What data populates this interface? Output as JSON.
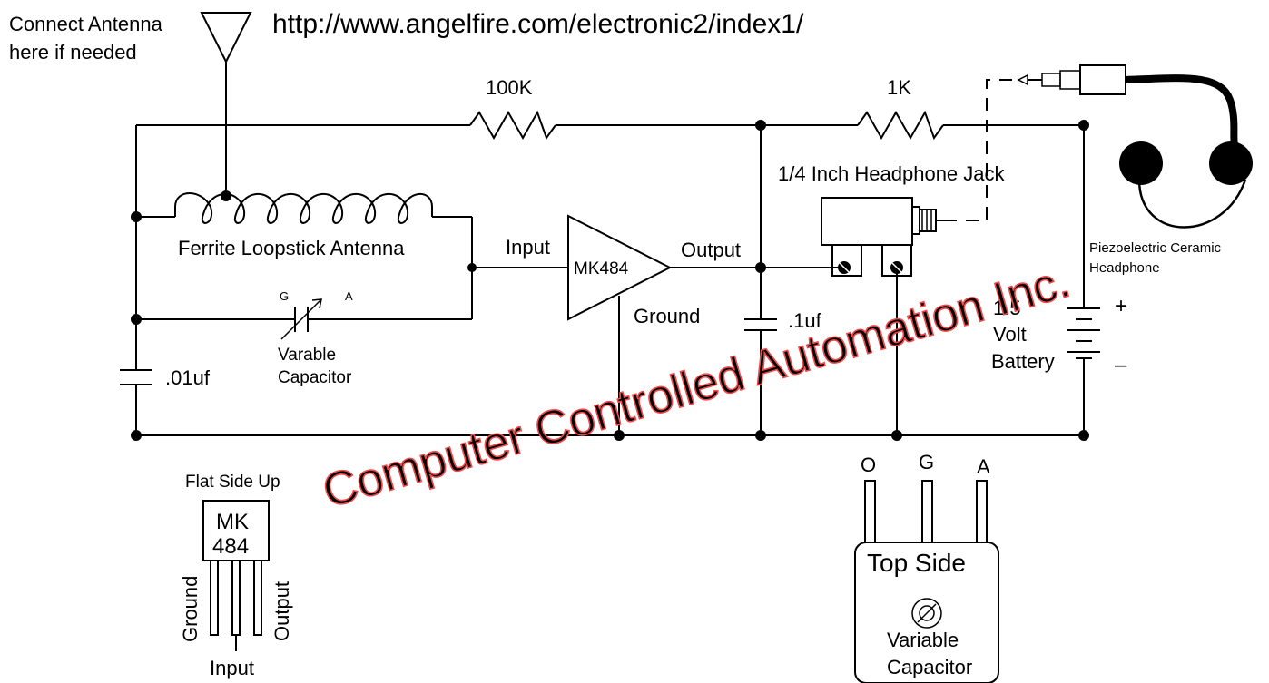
{
  "url": "http://www.angelfire.com/electronic2/index1/",
  "watermark": "Computer Controlled Automation Inc.",
  "antenna_note": [
    "Connect Antenna",
    "here if needed"
  ],
  "components": {
    "r1": "100K",
    "r2": "1K",
    "coil": "Ferrite Loopstick Antenna",
    "varcap_pin_g": "G",
    "varcap_pin_a": "A",
    "varcap_label": [
      "Varable",
      "Capacitor"
    ],
    "cap_01": ".01uf",
    "cap_1": ".1uf",
    "ic": "MK484",
    "ic_input": "Input",
    "ic_output": "Output",
    "ic_ground": "Ground",
    "jack": "1/4 Inch Headphone Jack",
    "headphone": [
      "Piezoelectric Ceramic",
      "Headphone"
    ],
    "battery": [
      "1.5",
      "Volt",
      "Battery"
    ],
    "plus": "+",
    "minus": "–"
  },
  "pinout": {
    "title": "Flat Side Up",
    "body": [
      "MK",
      "484"
    ],
    "ground": "Ground",
    "input": "Input",
    "output": "Output"
  },
  "varcap_detail": {
    "pins": [
      "O",
      "G",
      "A"
    ],
    "top": "Top Side",
    "label": [
      "Variable",
      "Capacitor"
    ]
  },
  "colors": {
    "wire": "#000000",
    "watermark": "#f04a4a"
  }
}
